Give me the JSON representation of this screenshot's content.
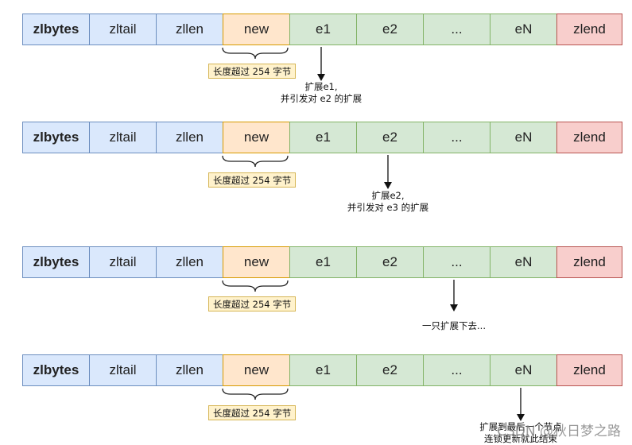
{
  "cells": [
    {
      "label": "zlbytes",
      "color": "#dae8fc"
    },
    {
      "label": "zltail",
      "color": "#dae8fc"
    },
    {
      "label": "zllen",
      "color": "#dae8fc"
    },
    {
      "label": "new",
      "color": "#ffe6cc"
    },
    {
      "label": "e1",
      "color": "#d5e8d4"
    },
    {
      "label": "e2",
      "color": "#d5e8d4"
    },
    {
      "label": "...",
      "color": "#d5e8d4"
    },
    {
      "label": "eN",
      "color": "#d5e8d4"
    },
    {
      "label": "zlend",
      "color": "#f8cecc"
    }
  ],
  "new_tag": "长度超过 254 字节",
  "steps": [
    {
      "note_line1": "扩展e1,",
      "note_line2": "并引发对 e2 的扩展"
    },
    {
      "note_line1": "扩展e2,",
      "note_line2": "并引发对 e3 的扩展"
    },
    {
      "note_line1": "一只扩展下去...",
      "note_line2": ""
    },
    {
      "note_line1": "扩展到最后一个节点",
      "note_line2": "连锁更新就此结束"
    }
  ],
  "watermark": "CSDN @秋日梦之路"
}
